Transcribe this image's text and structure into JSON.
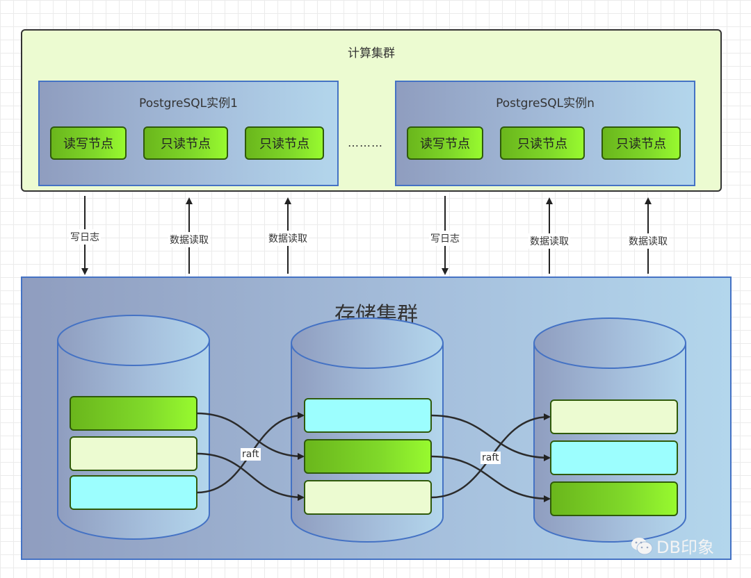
{
  "compute_cluster": {
    "title": "计算集群",
    "instances": [
      {
        "title": "PostgreSQL实例1",
        "nodes": [
          "读写节点",
          "只读节点",
          "只读节点"
        ]
      },
      {
        "title": "PostgreSQL实例n",
        "nodes": [
          "读写节点",
          "只读节点",
          "只读节点"
        ]
      }
    ],
    "ellipsis": "………"
  },
  "arrows": [
    {
      "label": "写日志",
      "direction": "down"
    },
    {
      "label": "数据读取",
      "direction": "up"
    },
    {
      "label": "数据读取",
      "direction": "up"
    },
    {
      "label": "写日志",
      "direction": "down"
    },
    {
      "label": "数据读取",
      "direction": "up"
    },
    {
      "label": "数据读取",
      "direction": "up"
    }
  ],
  "storage_cluster": {
    "title": "存储集群",
    "raft_label": "raft",
    "databases": [
      {
        "partitions": [
          "leader",
          "follower-a",
          "follower-b"
        ]
      },
      {
        "partitions": [
          "follower-b",
          "leader",
          "follower-a"
        ]
      },
      {
        "partitions": [
          "follower-a",
          "follower-b",
          "leader"
        ]
      }
    ]
  },
  "colors": {
    "leader": "#80d92a",
    "follower-a": "#ecfbd1",
    "follower-b": "#9cfefe",
    "border_blue": "#4472c4",
    "border_green": "#2f5a0a"
  },
  "watermark": {
    "text": "DB印象",
    "icon": "wechat-icon"
  }
}
